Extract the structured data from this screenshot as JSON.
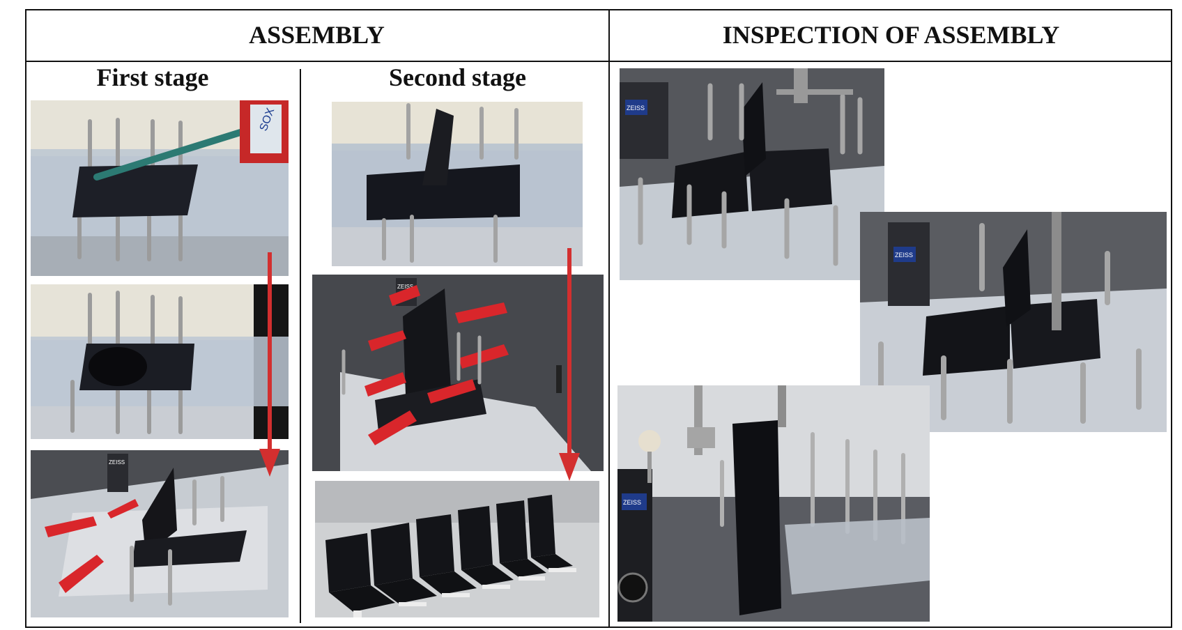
{
  "headers": {
    "assembly": "ASSEMBLY",
    "inspection": "INSPECTION OF ASSEMBLY"
  },
  "stages": {
    "first": "First stage",
    "second": "Second stage"
  },
  "logos": {
    "brand": "ZEISS",
    "tube_label": "SOX"
  },
  "colors": {
    "arrow": "#d32f2f",
    "clamp_red": "#d9262b",
    "rule": "#111111"
  }
}
